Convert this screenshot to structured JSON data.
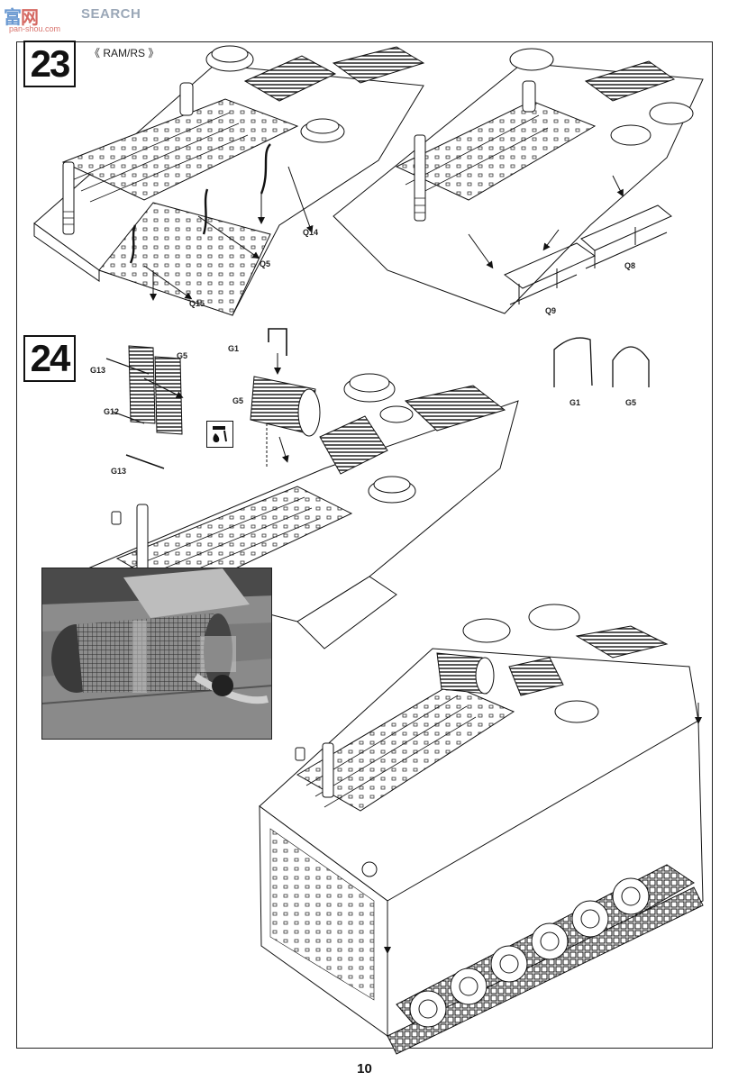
{
  "watermark": {
    "logo": "富网",
    "logo_red": "网",
    "title": "SEARCH",
    "url": "pan-shou.com"
  },
  "steps": [
    {
      "number": "23",
      "variant": "《 RAM/RS 》"
    },
    {
      "number": "24"
    }
  ],
  "parts_step23": {
    "q14": "Q14",
    "q5": "Q5",
    "q15": "Q15",
    "q8": "Q8",
    "q9": "Q9"
  },
  "parts_step24": {
    "g13a": "G13",
    "g5a": "G5",
    "g12": "G12",
    "g13b": "G13",
    "g1a": "G1",
    "g5b": "G5",
    "g1b": "G1",
    "g5c": "G5"
  },
  "icons": {
    "glue": "glue-drop-icon"
  },
  "page": {
    "number": "10"
  }
}
